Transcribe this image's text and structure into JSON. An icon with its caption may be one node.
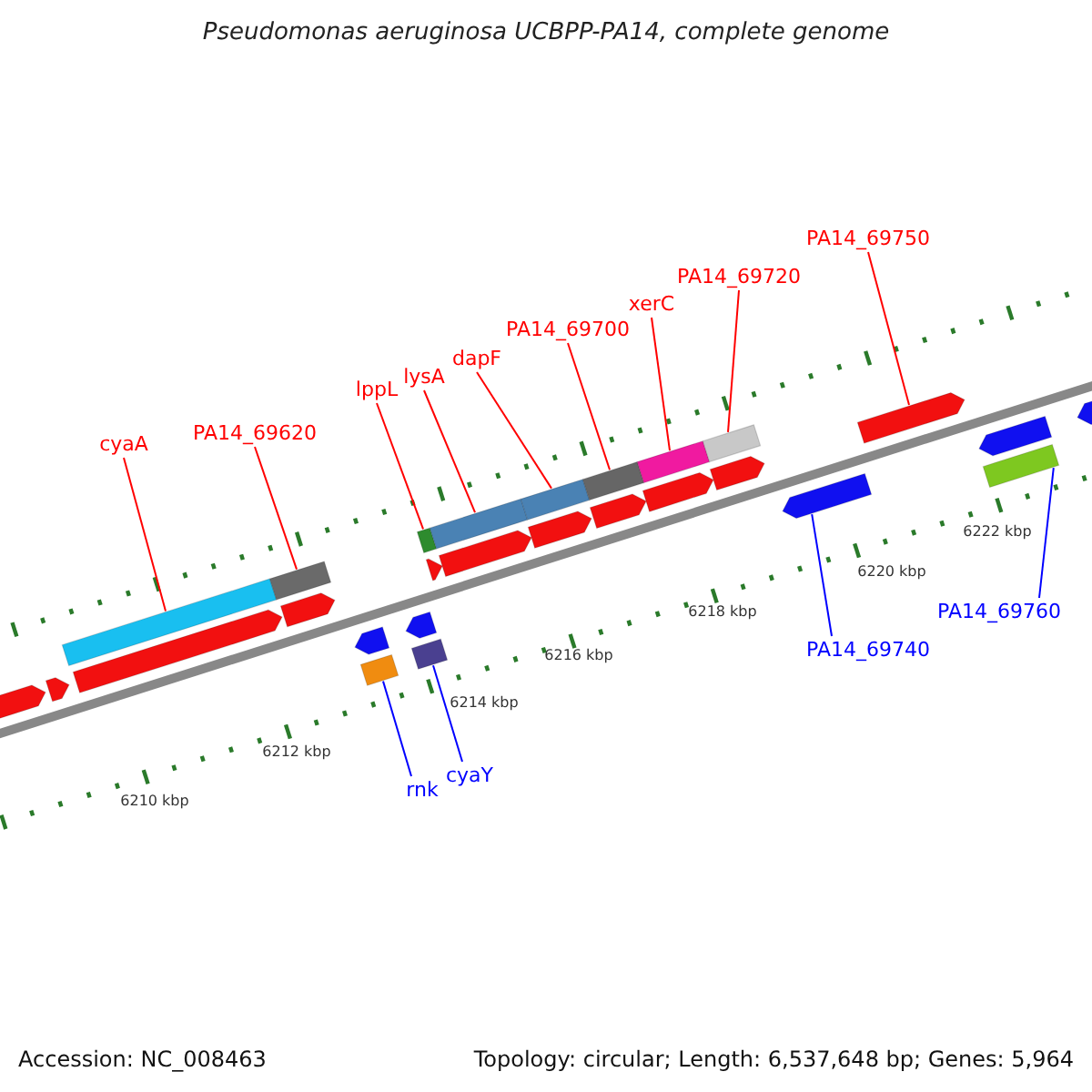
{
  "diagram": {
    "title": "Pseudomonas aeruginosa UCBPP-PA14, complete genome",
    "nodes": [
      {
        "text": [
          "cyaA"
        ]
      },
      {
        "text": [
          "PA14_69620"
        ]
      },
      {
        "text": [
          "lppL"
        ]
      },
      {
        "text": [
          "lysA"
        ]
      },
      {
        "text": [
          "dapF"
        ]
      },
      {
        "text": [
          "PA14_69700"
        ]
      },
      {
        "text": [
          "xerC"
        ]
      },
      {
        "text": [
          "PA14_69720"
        ]
      },
      {
        "text": [
          "PA14_69750"
        ]
      },
      {
        "text": [
          "PA14_69760"
        ]
      },
      {
        "text": [
          "PA14_69740"
        ]
      },
      {
        "text": [
          "rnk"
        ]
      },
      {
        "text": [
          "cyaY"
        ]
      },
      {
        "text": [],
        "shape": "pentagon"
      },
      {
        "text": [],
        "shape": "pentagon"
      },
      {
        "text": [],
        "shape": "bar"
      },
      {
        "text": [],
        "shape": "pentagon"
      },
      {
        "text": [],
        "shape": "bar"
      },
      {
        "text": [],
        "shape": "pentagon"
      },
      {
        "text": [],
        "shape": "pentagon"
      },
      {
        "text": [],
        "shape": "bar"
      },
      {
        "text": [],
        "shape": "pentagon"
      },
      {
        "text": [],
        "shape": "bar"
      },
      {
        "text": [],
        "shape": "bar"
      },
      {
        "text": [],
        "shape": "pentagon"
      },
      {
        "text": [],
        "shape": "bar"
      },
      {
        "text": [],
        "shape": "pentagon"
      },
      {
        "text": [],
        "shape": "bar"
      },
      {
        "text": [],
        "shape": "pentagon"
      },
      {
        "text": [],
        "shape": "bar"
      },
      {
        "text": [],
        "shape": "pentagon"
      },
      {
        "text": [],
        "shape": "bar"
      },
      {
        "text": [],
        "shape": "pentagon"
      },
      {
        "text": [],
        "shape": "bar"
      },
      {
        "text": [],
        "shape": "pentagon"
      },
      {
        "text": [],
        "shape": "pentagon"
      },
      {
        "text": [],
        "shape": "pentagon"
      },
      {
        "text": [],
        "shape": "pentagon"
      },
      {
        "text": [],
        "shape": "bar"
      },
      {
        "text": [],
        "shape": "pentagon"
      }
    ],
    "edges": [
      {
        "from": 0,
        "to": 15,
        "arrow": "none"
      },
      {
        "from": 1,
        "to": 17,
        "arrow": "none"
      },
      {
        "from": 2,
        "to": 23,
        "arrow": "none"
      },
      {
        "from": 3,
        "to": 25,
        "arrow": "none"
      },
      {
        "from": 4,
        "to": 27,
        "arrow": "none"
      },
      {
        "from": 5,
        "to": 29,
        "arrow": "none"
      },
      {
        "from": 6,
        "to": 31,
        "arrow": "none"
      },
      {
        "from": 7,
        "to": 33,
        "arrow": "none"
      },
      {
        "from": 8,
        "to": 36,
        "arrow": "none"
      },
      {
        "from": 9,
        "to": 38,
        "arrow": "none",
        "color": "#0000ff"
      },
      {
        "from": 10,
        "to": 35,
        "arrow": "none",
        "color": "#0000ff"
      },
      {
        "from": 11,
        "to": 20,
        "arrow": "none",
        "color": "#0000ff"
      },
      {
        "from": 12,
        "to": 22,
        "arrow": "none",
        "color": "#0000ff"
      }
    ],
    "labels": [
      "6222 kbp",
      "6220 kbp",
      "6218 kbp",
      "6216 kbp",
      "6214 kbp",
      "6212 kbp",
      "6210 kbp",
      "Accession: NC_008463",
      "Topology: circular; Length: 6,537,648 bp; Genes: 5,964"
    ]
  }
}
